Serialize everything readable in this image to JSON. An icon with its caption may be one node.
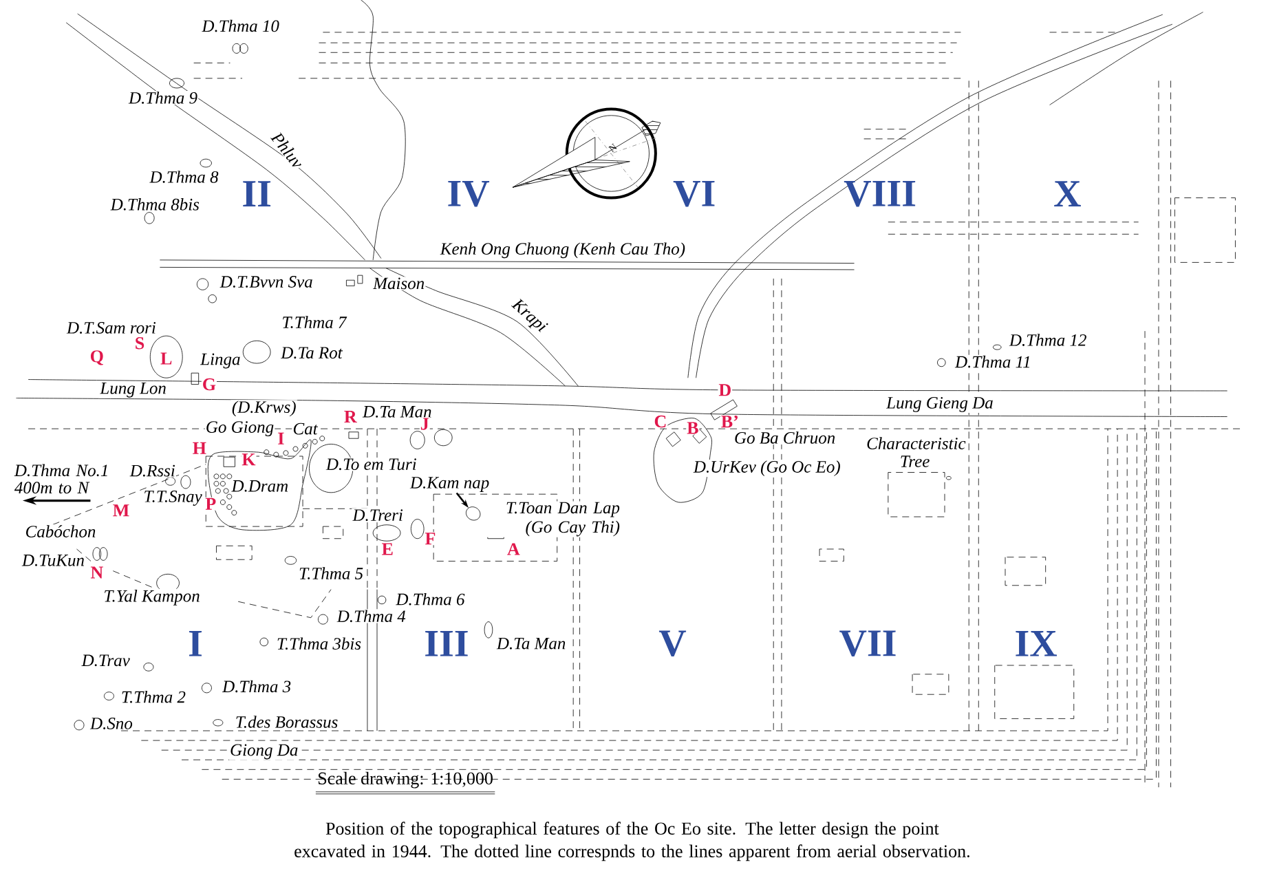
{
  "diagram": {
    "caption": "Position of the topographical features of the Oc Eo site. The letter design the point excavated in 1944. The dotted line correspnds to the lines apparent from aerial observation.",
    "nodes": [
      {
        "text": [
          "D.Kam nap"
        ]
      },
      {
        "text": [],
        "shape": "circle"
      }
    ],
    "edges": [
      {
        "from": 0,
        "to": 1,
        "arrow": "to"
      }
    ],
    "labels": [
      "D.Thma 10",
      "D.Thma 9",
      "Phluv",
      "N",
      "D.Thma 8",
      "II",
      "IV",
      "VI",
      "VIII",
      "X",
      "D.Thma 8bis",
      "Kenh Ong Chuong (Kenh Cau Tho)",
      "D.T.Bvvn Sva",
      "Maison",
      "Krapi",
      "D.T.Sam rori",
      "T.Thma 7",
      "S",
      "D.Thma 12",
      "Q",
      "L",
      "Linga",
      "D.Ta Rot",
      "D.Thma 11",
      "Lung Lon",
      "G",
      "D",
      "(D.Krws)",
      "R",
      "D.Ta Man",
      "Lung Gieng Da",
      "Go Giong",
      "Cat",
      "J",
      "C",
      "B",
      "B’",
      "H",
      "I",
      "Go Ba Chruon",
      "Characteristic Tree",
      "D.Thma No.1 400m to N",
      "D.Rssi",
      "K",
      "D.To em Turi",
      "D.UrKev (Go Oc Eo)",
      "D.Dram",
      "M",
      "T.T.Snay",
      "P",
      "D.Treri",
      "T.Toan Dan Lap (Go Cay Thi)",
      "Cabóchon",
      "E",
      "F",
      "A",
      "D.TuKun",
      "N",
      "T.Thma 5",
      "T.Yal Kampon",
      "D.Thma 6",
      "D.Thma 4",
      "I",
      "T.Thma 3bis",
      "III",
      "D.Ta Man",
      "V",
      "VII",
      "IX",
      "D.Trav",
      "T.Thma 2",
      "D.Thma 3",
      "D.Sno",
      "T.des Borassus",
      "Giong Da",
      "Scale drawing: 1:10,000"
    ]
  }
}
